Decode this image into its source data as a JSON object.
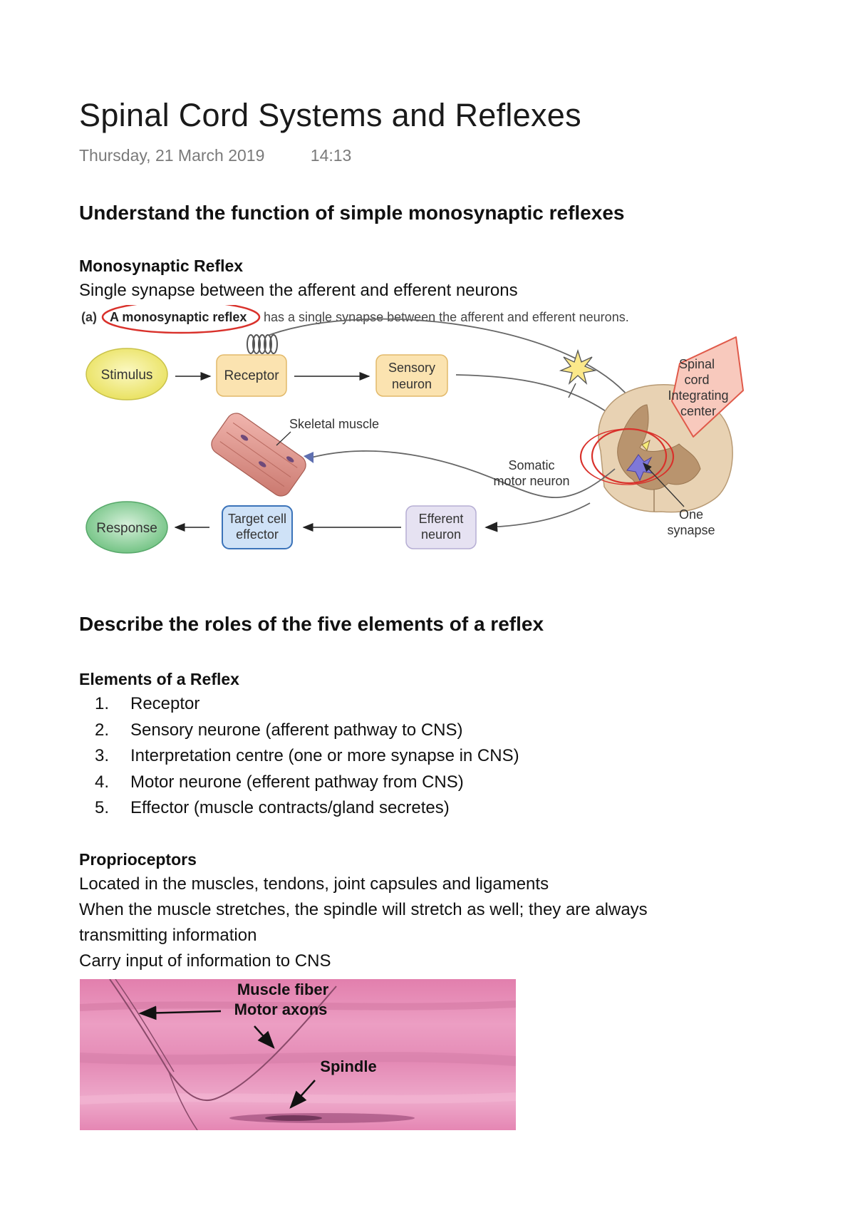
{
  "doc": {
    "title": "Spinal Cord Systems and Reflexes",
    "date": "Thursday, 21 March 2019",
    "time": "14:13"
  },
  "section1": {
    "heading": "Understand the function of simple monosynaptic reflexes",
    "subheading": "Monosynaptic Reflex",
    "text": "Single synapse between the afferent and efferent neurons"
  },
  "figure1": {
    "caption_label": "(a)",
    "caption_highlight": "A monosynaptic reflex",
    "caption_rest": "has a single synapse between the afferent and efferent neurons.",
    "stimulus": "Stimulus",
    "receptor": "Receptor",
    "sensory_line1": "Sensory",
    "sensory_line2": "neuron",
    "skeletal_muscle": "Skeletal muscle",
    "somatic_line1": "Somatic",
    "somatic_line2": "motor neuron",
    "spinal_line1": "Spinal",
    "spinal_line2": "cord",
    "spinal_line3": "Integrating",
    "spinal_line4": "center",
    "response": "Response",
    "target_line1": "Target cell",
    "target_line2": "effector",
    "efferent_line1": "Efferent",
    "efferent_line2": "neuron",
    "one_synapse_line1": "One",
    "one_synapse_line2": "synapse"
  },
  "section2": {
    "heading": "Describe the roles of the five elements of a reflex",
    "subheading": "Elements of a Reflex",
    "items": [
      {
        "num": "1.",
        "text": "Receptor"
      },
      {
        "num": "2.",
        "text": "Sensory neurone (afferent pathway to CNS)"
      },
      {
        "num": "3.",
        "text": "Interpretation centre (one or more synapse in CNS)"
      },
      {
        "num": "4.",
        "text": "Motor neurone (efferent pathway from CNS)"
      },
      {
        "num": "5.",
        "text": "Effector (muscle contracts/gland secretes)"
      }
    ]
  },
  "section3": {
    "subheading": "Proprioceptors",
    "line1": "Located in the muscles, tendons, joint capsules and ligaments",
    "line2": "When the muscle stretches, the spindle will stretch as well; they are always",
    "line3": "transmitting information",
    "line4": "Carry input of information to CNS"
  },
  "figure2": {
    "label_fiber": "Muscle fiber",
    "label_axons": "Motor axons",
    "label_spindle": "Spindle"
  },
  "colors": {
    "stimulus_fill": "#f3ef8a",
    "receptor_fill": "#fbe3b0",
    "response_fill": "#9fd8a8",
    "target_fill": "#cfe2f7",
    "target_stroke": "#3b73b9",
    "efferent_fill": "#e6e2f2",
    "spinal_label_fill": "#f8c9bd",
    "spinal_label_stroke": "#e05a4a",
    "highlight_red": "#d9312b",
    "micrograph_pink": "#e890b8"
  }
}
